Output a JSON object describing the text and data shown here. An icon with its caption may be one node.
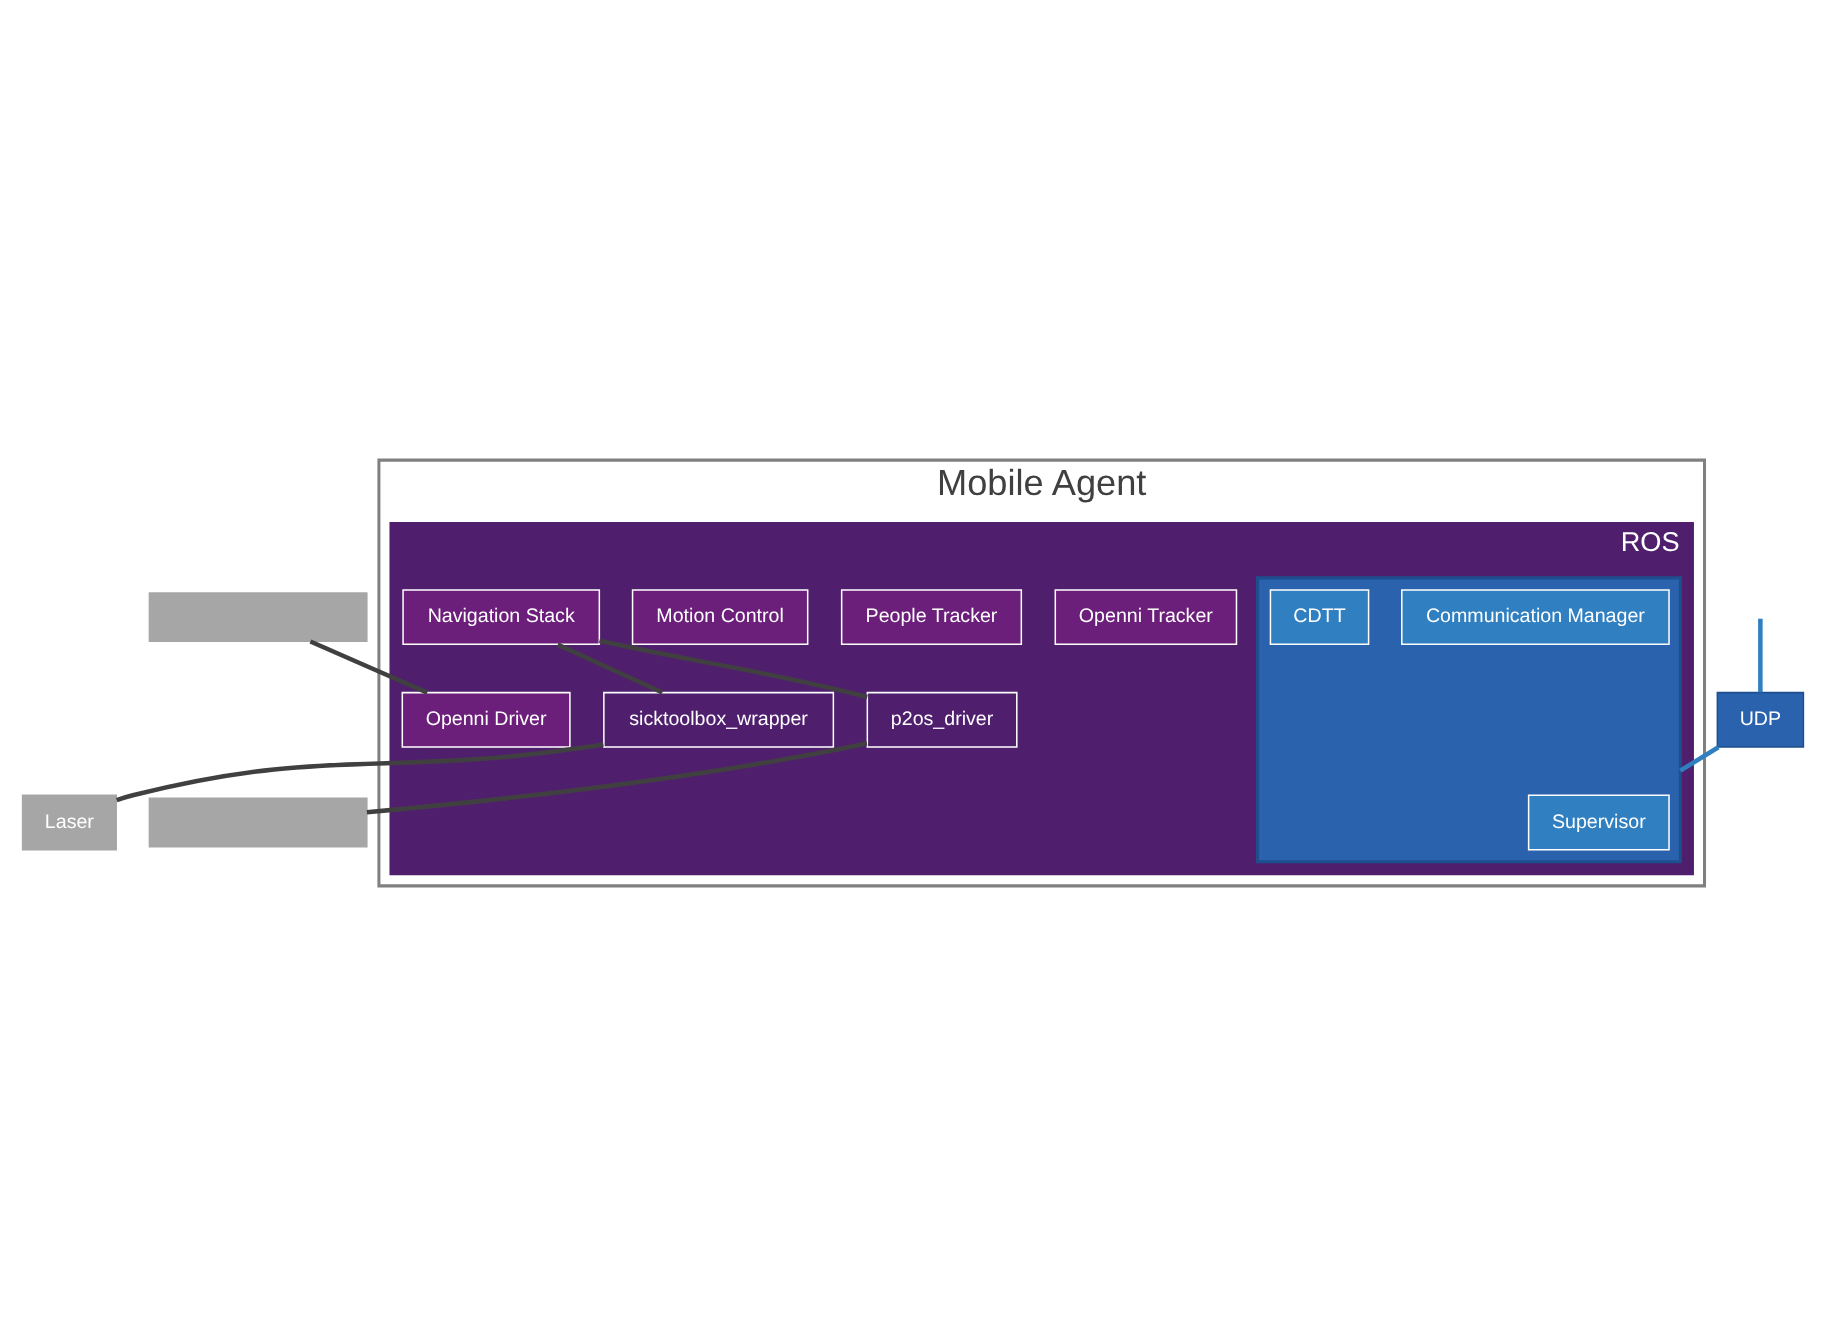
{
  "diagram": {
    "nodes": [
      {
        "text": [],
        "shape": "box"
      },
      {
        "text": [
          "Mobile Agent"
        ]
      },
      {
        "text": [
          "ROS"
        ],
        "in": 1
      },
      {
        "text": [],
        "shape": "box",
        "in": 2
      },
      {
        "text": [
          "Supervisor"
        ],
        "in": 3
      },
      {
        "text": [
          "Communication Manager"
        ],
        "in": 3
      },
      {
        "text": [
          "CDTT"
        ],
        "in": 3
      },
      {
        "text": [
          "Openni Driver"
        ],
        "in": 2
      },
      {
        "text": [
          "Openni Tracker"
        ],
        "in": 2
      },
      {
        "text": [
          "People Tracker"
        ],
        "in": 2
      },
      {
        "text": [
          "Motion Control"
        ],
        "in": 2
      },
      {
        "text": [
          "Navigation Stack"
        ],
        "in": 2
      },
      {
        "text": [
          "sicktoolbox_wrapper"
        ],
        "in": 2
      },
      {
        "text": [
          "p2os_driver"
        ],
        "in": 2
      },
      {
        "text": [
          "UDP"
        ]
      },
      {
        "text": [
          "Laser"
        ]
      },
      {
        "text": [],
        "shape": "box"
      }
    ],
    "edges": [
      {
        "from": 0,
        "to": 7,
        "arrow": "none"
      },
      {
        "from": null,
        "to": 14,
        "arrow": "none",
        "color": "#2f7fc1"
      },
      {
        "from": 14,
        "to": 3,
        "arrow": "none",
        "color": "#2f7fc1"
      },
      {
        "from": 11,
        "to": 12,
        "arrow": "none"
      },
      {
        "from": 11,
        "to": 13,
        "arrow": "none"
      },
      {
        "from": 12,
        "to": 15,
        "arrow": "none"
      },
      {
        "from": 13,
        "to": 16,
        "arrow": "none"
      }
    ]
  }
}
